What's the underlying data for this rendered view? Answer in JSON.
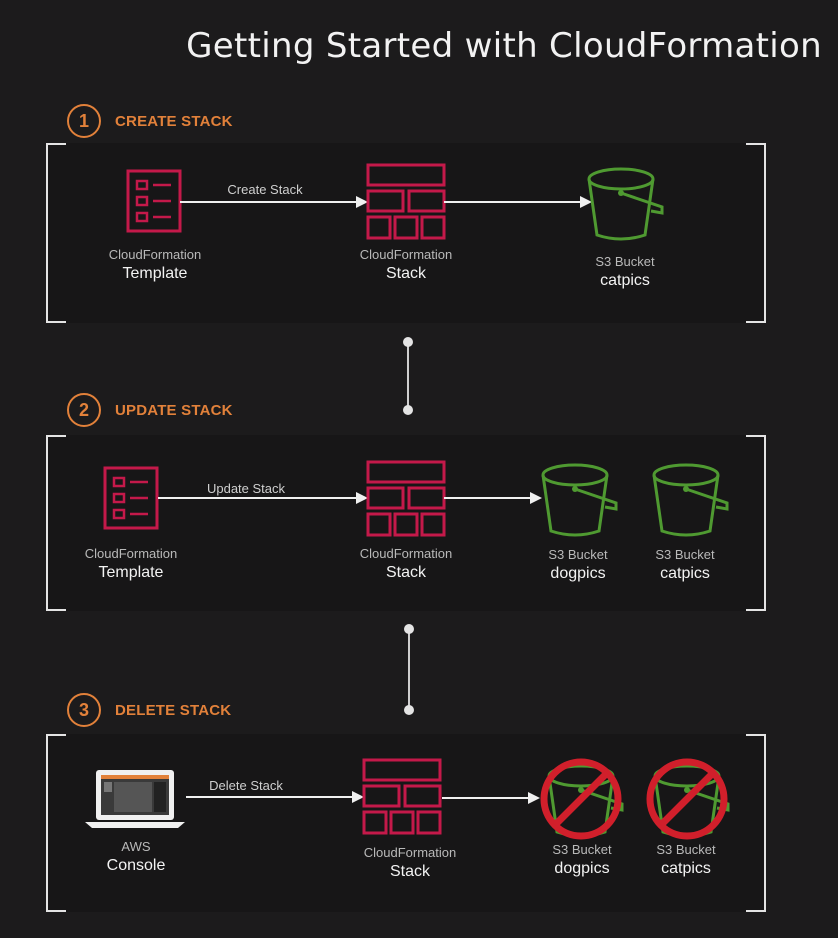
{
  "title": "Getting Started with CloudFormation",
  "colors": {
    "accent": "#e2813a",
    "stack": "#c4194a",
    "bucket": "#4f9a31",
    "prohibit": "#d11f2b"
  },
  "steps": [
    {
      "number": "1",
      "label": "CREATE STACK",
      "arrow1": "Create Stack",
      "source": {
        "small": "CloudFormation",
        "big": "Template"
      },
      "stack": {
        "small": "CloudFormation",
        "big": "Stack"
      },
      "buckets": [
        {
          "small": "S3 Bucket",
          "big": "catpics"
        }
      ]
    },
    {
      "number": "2",
      "label": "UPDATE STACK",
      "arrow1": "Update Stack",
      "source": {
        "small": "CloudFormation",
        "big": "Template"
      },
      "stack": {
        "small": "CloudFormation",
        "big": "Stack"
      },
      "buckets": [
        {
          "small": "S3 Bucket",
          "big": "dogpics"
        },
        {
          "small": "S3  Bucket",
          "big": "catpics"
        }
      ]
    },
    {
      "number": "3",
      "label": "DELETE STACK",
      "arrow1": "Delete Stack",
      "source": {
        "small": "AWS",
        "big": "Console"
      },
      "stack": {
        "small": "CloudFormation",
        "big": "Stack"
      },
      "buckets": [
        {
          "small": "S3 Bucket",
          "big": "dogpics"
        },
        {
          "small": "S3 Bucket",
          "big": "catpics"
        }
      ]
    }
  ]
}
